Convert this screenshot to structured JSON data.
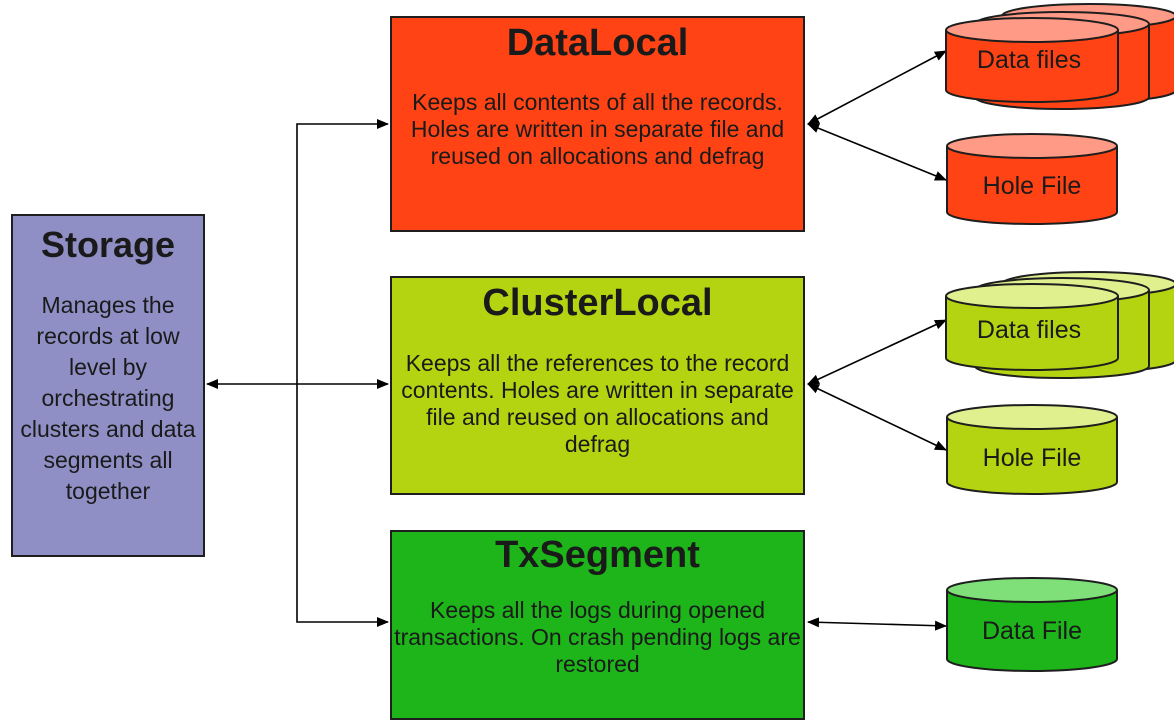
{
  "storage": {
    "title": "Storage",
    "description": "Manages the records at low level by orchestrating clusters and data segments all together",
    "color": "#8f8fc6"
  },
  "data_local": {
    "title": "DataLocal",
    "description": "Keeps all contents of all the records. Holes are written in separate file and reused on allocations and defrag",
    "color": "#ff4314",
    "stores": [
      {
        "label": "Data files",
        "type": "multi-cylinder"
      },
      {
        "label": "Hole File",
        "type": "cylinder"
      }
    ]
  },
  "cluster_local": {
    "title": "ClusterLocal",
    "description": "Keeps all the references to the record contents. Holes are written in separate file and reused on allocations and defrag",
    "color": "#b4d412",
    "stores": [
      {
        "label": "Data files",
        "type": "multi-cylinder"
      },
      {
        "label": "Hole File",
        "type": "cylinder"
      }
    ]
  },
  "tx_segment": {
    "title": "TxSegment",
    "description": "Keeps all the logs during opened transactions. On crash pending logs are restored",
    "color": "#1db51a",
    "stores": [
      {
        "label": "Data File",
        "type": "cylinder"
      }
    ]
  }
}
